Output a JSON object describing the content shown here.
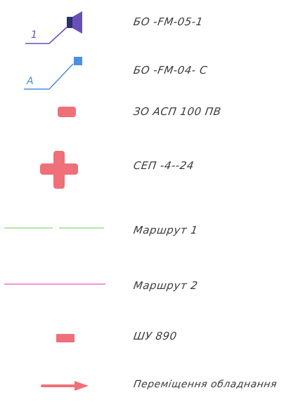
{
  "colors": {
    "purple": "#6b4fb8",
    "navy": "#2b2f6e",
    "blue": "#4a8fe0",
    "red": "#ef7078",
    "green": "#9fdf8f",
    "magenta": "#f070c8",
    "text": "#3a3a3a"
  },
  "legend": {
    "items": [
      {
        "label": "БО -FM-05-1",
        "tag": "1",
        "icon": "speaker-icon"
      },
      {
        "label": "БО -FM-04- С",
        "tag": "А",
        "icon": "speaker-small-icon"
      },
      {
        "label": "ЗО АСП 100 ПВ",
        "icon": "red-rounded-block-icon"
      },
      {
        "label": "СЕП -4--24",
        "icon": "red-cross-icon"
      },
      {
        "label": "Маршрут  1",
        "icon": "green-dashed-line-icon"
      },
      {
        "label": "Маршрут  2",
        "icon": "magenta-line-icon"
      },
      {
        "label": "ШУ  890",
        "icon": "red-rectangle-icon"
      },
      {
        "label": "Переміщення обладнання",
        "icon": "red-arrow-icon"
      }
    ]
  }
}
